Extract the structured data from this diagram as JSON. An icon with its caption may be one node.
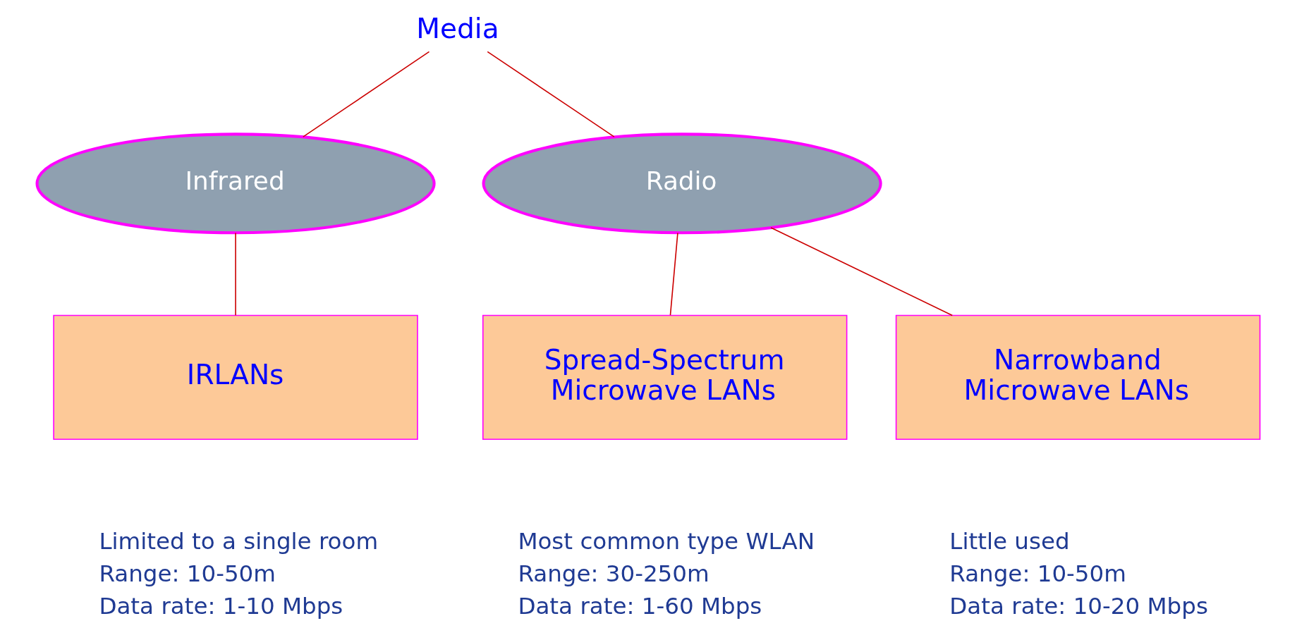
{
  "diagram": {
    "nodes": [
      {
        "text": [
          "Media"
        ]
      },
      {
        "text": [
          "Infrared"
        ]
      },
      {
        "text": [
          "Radio"
        ]
      },
      {
        "text": [
          "IRLANs"
        ],
        "beside": [
          "Limited to a single room",
          "Range: 10-50m",
          "Data rate: 1-10 Mbps"
        ]
      },
      {
        "text": [
          "Spread-Spectrum Microwave LANs"
        ],
        "beside": [
          "Most common type WLAN",
          "Range: 30-250m",
          "Data rate: 1-60 Mbps"
        ]
      },
      {
        "text": [
          "Narrowband Microwave LANs"
        ],
        "beside": [
          "Little used",
          "Range: 10-50m",
          "Data rate: 10-20 Mbps"
        ]
      }
    ],
    "edges": [
      {
        "from": 0,
        "to": 1,
        "arrow": "none"
      },
      {
        "from": 0,
        "to": 2,
        "arrow": "none"
      },
      {
        "from": 1,
        "to": 3,
        "arrow": "none"
      },
      {
        "from": 2,
        "to": 4,
        "arrow": "none"
      },
      {
        "from": 2,
        "to": 5,
        "arrow": "none"
      }
    ]
  }
}
